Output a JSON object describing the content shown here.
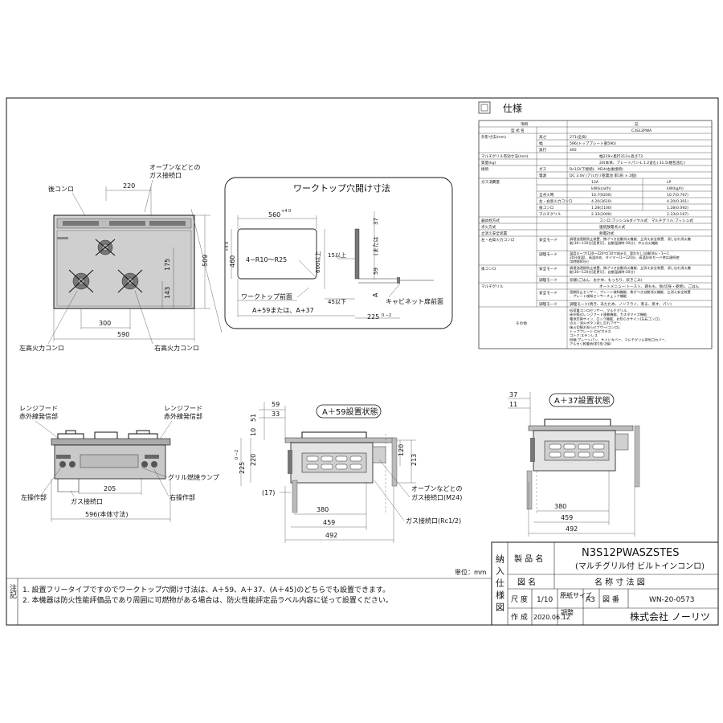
{
  "spec": {
    "title": "仕様",
    "header_item": "項目",
    "header_value": "記",
    "model_label": "型 式 名",
    "model_value": "C3S12PWA",
    "rows": [
      {
        "group": "外形寸法(mm)",
        "label": "高さ",
        "value": "271(全高)",
        "value2": ""
      },
      {
        "group": "",
        "label": "幅",
        "value": "596(トッププレート部590)",
        "value2": ""
      },
      {
        "group": "",
        "label": "奥行",
        "value": "492",
        "value2": ""
      },
      {
        "group": "マルチグリル有効寸法(mm)",
        "label": "",
        "value": "幅229×奥行313×高さ73",
        "value2": ""
      },
      {
        "group": "質量(kg)",
        "label": "",
        "value": "20(本体、プレートパン-L 1.2含む) 31.5(梱包含む)",
        "value2": ""
      },
      {
        "group": "接続",
        "label": "ガス",
        "value": "Rc1/2(下接続)、M24(右後接続)",
        "value2": ""
      },
      {
        "group": "",
        "label": "電源",
        "value": "DC 3.0V (アルカリ乾電池 単1形 × 2個)",
        "value2": ""
      },
      {
        "group": "ガス消費量",
        "label": "",
        "value": "13A",
        "value2": "LP"
      },
      {
        "group": "",
        "label": "",
        "value": "kW(kcal/h)",
        "value2": "kW(kg/h)"
      },
      {
        "group": "",
        "label": "全点火時",
        "value": "10.7(9200)",
        "value2": "10.7(0.767)"
      },
      {
        "group": "",
        "label": "左・右高火力コンロ",
        "value": "4.20(3610)",
        "value2": "4.20(0.301)"
      },
      {
        "group": "",
        "label": "後コンロ",
        "value": "1.28(1100)",
        "value2": "1.28(0.092)"
      },
      {
        "group": "",
        "label": "マルチグリル",
        "value": "2.33(2000)",
        "value2": "2.33(0.167)"
      },
      {
        "group": "器具栓方式",
        "label": "",
        "value": "コンロ:プッシュ&ダイヤル式　マルチグリル:プッシュ式",
        "value2": ""
      },
      {
        "group": "点火方式",
        "label": "",
        "value": "連続放電点火式",
        "value2": ""
      },
      {
        "group": "立消え安全装置",
        "label": "",
        "value": "熱電対式",
        "value2": ""
      },
      {
        "group": "左・右高火力コンロ",
        "label": "安全モード",
        "value": "調理油過熱防止装置、焦げつき自動消火機能、立消え安全装置、消し忘れ消火機能(30〜120分[変更可]、自動温調時:30分)、中火点火機能",
        "value2": ""
      },
      {
        "group": "",
        "label": "調理モード",
        "value": "温度キープ(130〜220℃[10℃刻み])、湯わかし(自動消火・1〜120分保温)、高温炒め、タイマー(1〜120分、高温炒めモード時は連続使用時間60分)",
        "value2": ""
      },
      {
        "group": "後コンロ",
        "label": "安全モード",
        "value": "調理油過熱防止装置、焦げつき自動消火機能、立消え安全装置、消し忘れ消火機能(30〜120分[変更可]、自動温調時:30分)",
        "value2": ""
      },
      {
        "group": "",
        "label": "調理モード",
        "value": "炊飯(ごはん、おかゆ、もっちり、炊きこみ)",
        "value2": ""
      },
      {
        "group": "マルチグリル",
        "label": "",
        "value": "オートメニュー:トースト、鶏もも、魚(切身・姿焼)、ごはん",
        "value2": ""
      },
      {
        "group": "",
        "label": "安全モード",
        "value": "過熱防止センサー、プレート検知機能、焦げつき自動消火機能、立消え安全装置、プレート検知センサーチェック機能",
        "value2": ""
      },
      {
        "group": "",
        "label": "調理モード",
        "value": "調理モード(焼き、あたため、ノンフライ、蒸る、蒸す、パン)",
        "value2": ""
      }
    ],
    "other_label": "その他",
    "other_lines": [
      "低荷重コンロセンサー、マルチグリル、",
      "赤外線式レンジフード連動機能、カスタマイズ機能、",
      "電池交換サイン、ロック機能、お知らせサイン(左右コンロ)、",
      "点火／消火ボタン戻し忘れブザー、",
      "後火切替お知らせブザー(コンロ)、",
      "トッププレート:ロゼガラス",
      "ゴトク:ステンレス",
      "同梱:プレートパン、サイドカバー、マルチグリル排気口カバー、",
      "アルカリ乾電池(単1形:2個)"
    ]
  },
  "top_view": {
    "gas_inlet_note_1": "オーブンなどとの",
    "gas_inlet_note_2": "ガス接続口",
    "rear_burner": "後コンロ",
    "left_burner": "左高火力コンロ",
    "right_burner": "右高火力コンロ",
    "dim_220": "220",
    "dim_175": "175",
    "dim_509": "509",
    "dim_143": "143",
    "dim_300": "300",
    "dim_590": "590"
  },
  "cutout": {
    "title": "ワークトップ穴開け寸法",
    "dim_560": "560",
    "dim_560_tol": "+4 0",
    "dim_460": "460",
    "dim_460_tol": "+4 0",
    "corner": "4−R10〜R25",
    "dim_600": "600以上",
    "dim_15": "15以上",
    "dim_59": "59",
    "dim_37": "37",
    "dim_alt": "(または",
    "label_a": "A",
    "worktop_front": "ワークトップ前面",
    "cabinet_front": "キャビネット扉前面",
    "a_note": "A+59または、A+37",
    "dim_45": "45以下",
    "dim_225": "225",
    "dim_225_tol": "0 −2"
  },
  "front_view": {
    "hood_l1": "レンジフード",
    "hood_l2": "赤外線発信部",
    "hood_r1": "レンジフード",
    "hood_r2": "赤外線発信部",
    "grill_lamp": "グリル燃焼ランプ",
    "left_panel": "左操作部",
    "right_panel": "右操作部",
    "gas_inlet": "ガス接続口",
    "dim_205": "205",
    "dim_596": "596(本体寸法)"
  },
  "side_a59": {
    "title": "A＋59設置状態",
    "dim_59": "59",
    "dim_33": "33",
    "dim_51": "51",
    "dim_10": "10",
    "dim_220": "220",
    "dim_225": "225",
    "dim_225_tol": "0 −2",
    "dim_17": "(17)",
    "dim_120": "120",
    "dim_213": "213",
    "dim_380": "380",
    "dim_459": "459",
    "dim_492": "492",
    "note_1": "オーブンなどとの",
    "note_2": "ガス接続口(M24)",
    "gas_rc": "ガス接続口(Rc1/2)"
  },
  "side_a37": {
    "title": "A＋37設置状態",
    "dim_37": "37",
    "dim_11": "11",
    "dim_380": "380",
    "dim_459": "459",
    "dim_492": "492"
  },
  "unit": "単位：mm",
  "notes": {
    "label": "注記",
    "line1": "1. 設置フリータイプですのでワークトップ穴開け寸法は、A＋59、A＋37、(A＋45)のどちらでも設置できます。",
    "line2": "2. 本機器は防火性能評価品であり周囲に可燃物がある場合は、防火性能評定品ラベル内容に従って設置ください。"
  },
  "title_block": {
    "side_label": "納入仕様図",
    "product_label": "製 品 名",
    "product_name": "N3S12PWASZSTES",
    "product_sub": "(マルチグリル付 ビルトインコンロ)",
    "drawing_label": "図 名",
    "drawing_name": "名 称 寸 法 図",
    "scale_label": "尺 度",
    "scale_value": "1/10",
    "paper_label": "原紙サイズ",
    "paper_value": "A3",
    "number_label": "図 番",
    "number_value": "WN-20-0573",
    "date_label": "作 成",
    "date_value": "2020.06.12",
    "review_label": "調整",
    "company": "株式会社 ノーリツ"
  }
}
